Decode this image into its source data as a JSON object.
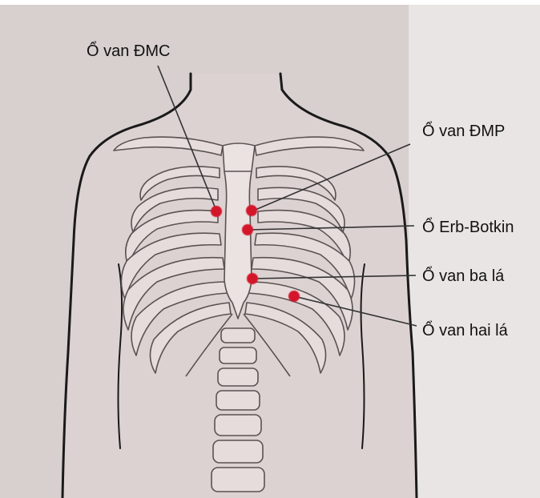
{
  "figure": {
    "colors": {
      "paper": "#d8cfcf",
      "body_outline": "#1a1a1a",
      "bone_fill": "#e6dcdc",
      "bone_stroke": "#5a5252",
      "point": "#d4122a",
      "leader": "#333333"
    },
    "labels": [
      {
        "id": "aortic",
        "text": "Ổ van ĐMC"
      },
      {
        "id": "pulmonary",
        "text": "Ổ van ĐMP"
      },
      {
        "id": "erb",
        "text": "Ổ Erb-Botkin"
      },
      {
        "id": "tricuspid",
        "text": "Ổ van ba lá"
      },
      {
        "id": "mitral",
        "text": "Ổ van hai lá"
      }
    ]
  }
}
